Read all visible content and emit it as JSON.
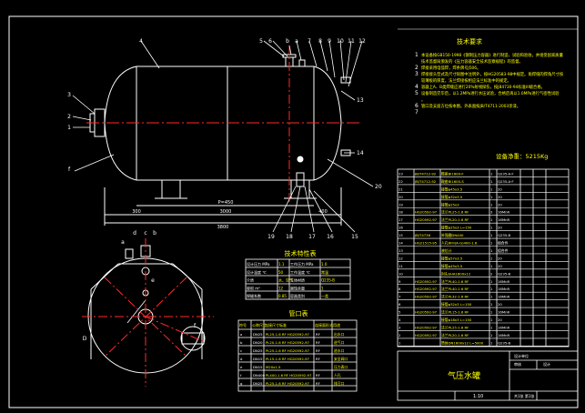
{
  "colors": {
    "background": "#000000",
    "line": "#ffffff",
    "center": "#ff2a2a",
    "accent": "#ffff00",
    "text": "#ffffff"
  },
  "callouts_top": [
    "4",
    "5",
    "6",
    "b",
    "a",
    "7",
    "8",
    "9",
    "10",
    "11",
    "12"
  ],
  "callouts_bottom": [
    "19",
    "18",
    "17",
    "16",
    "15"
  ],
  "callouts_left": [
    "3",
    "2",
    "1",
    "f"
  ],
  "callouts_misc": [
    "13",
    "14",
    "20"
  ],
  "dims": {
    "d1": "P=450",
    "d2": "3000",
    "d3": "3800",
    "d4": "300",
    "d5": "400"
  },
  "plan_labels": [
    "d",
    "c",
    "b",
    "a",
    "e",
    "f",
    "D"
  ],
  "tech_requirements": {
    "title": "技术要求",
    "items": [
      {
        "n": "1",
        "text": "本设备按GB150-1998《钢制压力容器》进行制造、试验和验收，并接受国家质量技术监督局颁发的《压力容器安全技术监察规程》的监督。"
      },
      {
        "n": "2",
        "text": "焊接采用电弧焊，焊条牌号J506。"
      },
      {
        "n": "3",
        "text": "焊接接头型式及尺寸除图中注明外，按HG20583-98中规定。角焊缝的焊角尺寸按较薄板的厚度，法兰焊接按相应法兰标准中的规定。"
      },
      {
        "n": "4",
        "text": "容器上A、B类焊缝应进行20%射线探伤，按JB4730-94标准III级合格。"
      },
      {
        "n": "5",
        "text": "设备制造完毕后，以1.2MPa进行水压试验，合格后再以1.0MPa进行气密性试验。"
      },
      {
        "n": "6",
        "text": "管口及支座方位按本图。外表面按JB/T4711-2003涂漆。"
      },
      {
        "n": "7",
        "text": ""
      }
    ],
    "weight": "设备净重：5215Kg"
  },
  "tech_table": {
    "title": "技术特性表",
    "rows": [
      [
        "设计压力 MPa",
        "1.1",
        "工作压力 MPa",
        "1.0"
      ],
      [
        "设计温度 ℃",
        "50",
        "工作温度 ℃",
        "常温"
      ],
      [
        "介质",
        "水、空气",
        "主体材质",
        "Q235-B"
      ],
      [
        "容积 m³",
        "12",
        "腐蚀余量",
        "1"
      ],
      [
        "焊缝系数",
        "0.85",
        "容器类别",
        "一类"
      ]
    ]
  },
  "nozzle_table": {
    "title": "管口表",
    "headers": [
      "符号",
      "公称尺寸",
      "连接尺寸标准",
      "连接面形式",
      "用途"
    ],
    "rows": [
      [
        "a",
        "DN25",
        "PL25-1.6 RF HG20592-97",
        "RF",
        "出水口"
      ],
      [
        "b",
        "DN20",
        "PL20-1.6 RF HG20592-97",
        "RF",
        "进气口"
      ],
      [
        "c",
        "DN25",
        "PL25-1.6 RF HG20592-97",
        "RF",
        "进水口"
      ],
      [
        "d",
        "DN15",
        "PL15-1.6 RF HG20592-97",
        "RF",
        "安全阀口"
      ],
      [
        "e",
        "DN15",
        "M20x1.5",
        "",
        "压力表口"
      ],
      [
        "f",
        "DN400",
        "PL400-1.6 RF HG20592-97",
        "RF",
        "人孔"
      ],
      [
        "g",
        "DN25",
        "PL25-1.6 RF HG20592-97",
        "RF",
        "排污口"
      ]
    ]
  },
  "bom": {
    "headers": [
      "件号",
      "图号或标准号",
      "名称",
      "数量",
      "材料",
      "单重",
      "总重",
      "备注"
    ],
    "rows": [
      [
        "23",
        "JB/T4712-92",
        "鞍座BI1600-F",
        "1",
        "Q235-A·F",
        "",
        ""
      ],
      [
        "22",
        "JB/T4712-92",
        "鞍座BI1600-S",
        "1",
        "Q235-A·F",
        "",
        "",
        ""
      ],
      [
        "21",
        "",
        "接管φ45x3.5",
        "1",
        "20",
        "",
        "",
        ""
      ],
      [
        "20",
        "",
        "接管φ32x3.5",
        "1",
        "20",
        "",
        "",
        ""
      ],
      [
        "19",
        "",
        "接管φ25x3",
        "1",
        "20",
        "",
        "",
        ""
      ],
      [
        "18",
        "HG20592-97",
        "法兰PL25-1.6 RF",
        "3",
        "16MnR",
        "",
        "",
        ""
      ],
      [
        "17",
        "HG20592-97",
        "法兰PL20-1.6 RF",
        "1",
        "16MnR",
        "",
        "",
        ""
      ],
      [
        "16",
        "",
        "接管φ25x3 L=150",
        "1",
        "20",
        "",
        "",
        ""
      ],
      [
        "15",
        "JB/T4736",
        "补强圈DN400",
        "1",
        "Q235-B",
        "",
        "",
        ""
      ],
      [
        "14",
        "HG21515-95",
        "人孔RFII(A-G)400-1.6",
        "1",
        "组合件",
        "",
        "",
        ""
      ],
      [
        "13",
        "",
        "液位计",
        "1",
        "组合件",
        "",
        "",
        ""
      ],
      [
        "12",
        "",
        "接管φ57x3.5",
        "1",
        "20",
        "",
        "",
        ""
      ],
      [
        "11",
        "",
        "接管φ45x3.5",
        "1",
        "20",
        "",
        "",
        ""
      ],
      [
        "10",
        "",
        "封头EHA1600x12",
        "2",
        "Q235-B",
        "",
        "",
        ""
      ],
      [
        "9",
        "HG20592-97",
        "法兰PL40-1.6 RF",
        "1",
        "16MnR",
        "",
        "",
        ""
      ],
      [
        "8",
        "HG20592-97",
        "法兰PL40-1.6 RF",
        "1",
        "16MnR",
        "",
        "",
        ""
      ],
      [
        "7",
        "HG20592-97",
        "法兰PL32-1.6 RF",
        "1",
        "16MnR",
        "",
        "",
        ""
      ],
      [
        "6",
        "",
        "接管φ32x3 L=150",
        "1",
        "20",
        "",
        "",
        ""
      ],
      [
        "5",
        "HG20592-97",
        "法兰PL15-1.6 RF",
        "1",
        "16MnR",
        "",
        "",
        ""
      ],
      [
        "4",
        "",
        "接管φ18x3 L=150",
        "1",
        "20",
        "",
        "",
        ""
      ],
      [
        "3",
        "HG20592-97",
        "法兰PL25-1.6 RF",
        "1",
        "16MnR",
        "",
        "",
        ""
      ],
      [
        "2",
        "HG20592-97",
        "法兰PL20-1.6 RF",
        "1",
        "16MnR",
        "",
        "",
        ""
      ],
      [
        "1",
        "",
        "筒体DN1600x12 L=5000",
        "1",
        "Q235-B",
        "",
        "",
        ""
      ]
    ]
  },
  "title_block": {
    "title": "气压水罐",
    "scale": "1:10",
    "sheet": "共1张 第1张",
    "company": "设计单位",
    "drawn": "设计",
    "checked": "审核"
  }
}
